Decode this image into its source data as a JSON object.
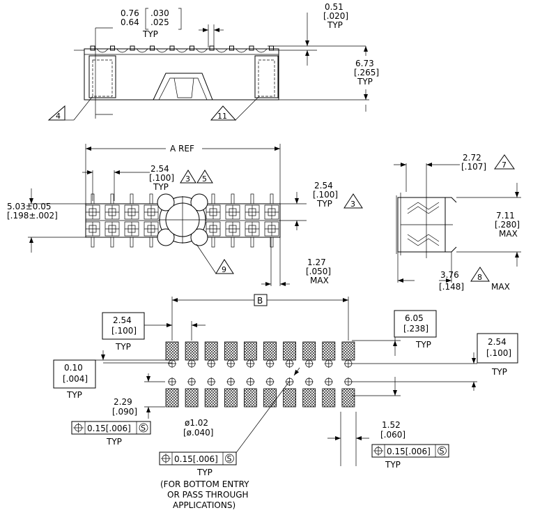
{
  "side_view": {
    "pitch_top": "0.76",
    "pitch_bottom": "0.64",
    "pitch_in_top": ".030",
    "pitch_in_bottom": ".025",
    "pitch_typ": "TYP",
    "lead_mm": "0.51",
    "lead_in": "[.020]",
    "lead_typ": "TYP",
    "height_mm": "6.73",
    "height_in": "[.265]",
    "height_typ": "TYP",
    "note_4": "4",
    "note_11": "11"
  },
  "top_view": {
    "a_ref": "A REF",
    "pitch_mm": "2.54",
    "pitch_in": "[.100]",
    "pitch_typ": "TYP",
    "note_3": "3",
    "note_5": "5",
    "width_mm": "5.03±0.05",
    "width_in": "[.198±.002]",
    "row_mm": "2.54",
    "row_in": "[.100]",
    "row_typ": "TYP",
    "row_note": "3",
    "lead_mm": "1.27",
    "lead_in": "[.050]",
    "lead_max": "MAX",
    "note_9": "9"
  },
  "end_view": {
    "a_mm": "2.72",
    "a_in": "[.107]",
    "a_note": "7",
    "h_mm": "7.11",
    "h_in": "[.280]",
    "h_max": "MAX",
    "d_mm": "3.76",
    "d_in": "[.148]",
    "d_note": "8",
    "d_max": "MAX"
  },
  "footprint": {
    "b_label": "B",
    "pitch_mm": "2.54",
    "pitch_in": "[.100]",
    "pitch_typ": "TYP",
    "off_mm": "0.10",
    "off_in": "[.004]",
    "off_typ": "TYP",
    "row_mm": "2.29",
    "row_in": "[.090]",
    "tol1": "0.15[.006]",
    "tol_typ": "TYP",
    "span_mm": "6.05",
    "span_in": "[.238]",
    "span_typ": "TYP",
    "rp_mm": "2.54",
    "rp_in": "[.100]",
    "rp_typ": "TYP",
    "hole_mm": "ø1.02",
    "hole_in": "[ø.040]",
    "tol2": "0.15[.006]",
    "hole_typ": "TYP",
    "pad_mm": "1.52",
    "pad_in": "[.060]",
    "tol3": "0.15[.006]",
    "pad_typ": "TYP",
    "note1": "(FOR BOTTOM ENTRY",
    "note2": "OR PASS THROUGH",
    "note3": "APPLICATIONS)"
  }
}
